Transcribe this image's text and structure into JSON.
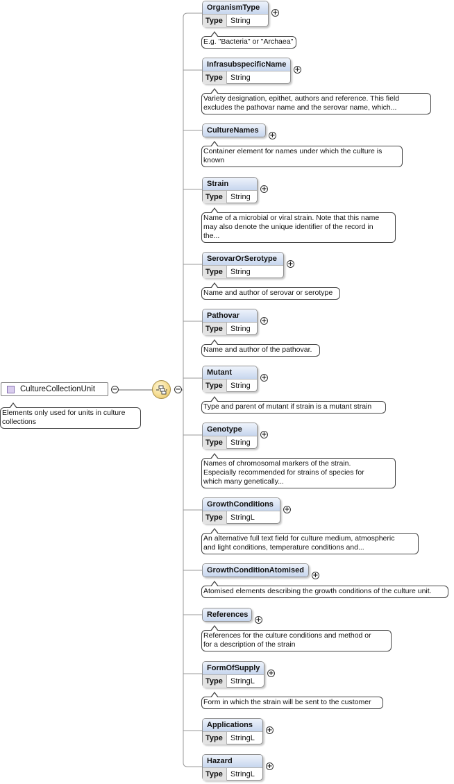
{
  "root": {
    "name": "CultureCollectionUnit",
    "documentation": "Elements only used for units in culture\ncollections",
    "toggle": "−"
  },
  "compositor": {
    "kind": "sequence",
    "icon": "sequence-compositor-icon",
    "toggle": "−"
  },
  "type_label": "Type",
  "expand_symbol": "+",
  "children": [
    {
      "name": "OrganismType",
      "type": "String",
      "doc": "E.g. \"Bacteria\" or \"Archaea\""
    },
    {
      "name": "InfrasubspecificName",
      "type": "String",
      "doc": "Variety designation, epithet, authors and reference. This field\nexcludes the pathovar name and the serovar name, which..."
    },
    {
      "name": "CultureNames",
      "type": null,
      "doc": "Container element for names under which the culture is\nknown"
    },
    {
      "name": "Strain",
      "type": "String",
      "doc": "Name of a microbial or viral strain. Note that this name\nmay also denote the unique identifier of the record in\nthe..."
    },
    {
      "name": "SerovarOrSerotype",
      "type": "String",
      "doc": "Name and author of serovar or serotype"
    },
    {
      "name": "Pathovar",
      "type": "String",
      "doc": "Name and author of the pathovar."
    },
    {
      "name": "Mutant",
      "type": "String",
      "doc": "Type and parent of mutant if strain is a mutant strain"
    },
    {
      "name": "Genotype",
      "type": "String",
      "doc": "Names of chromosomal markers of the strain.\nEspecially recommended for strains of species for\nwhich many genetically..."
    },
    {
      "name": "GrowthConditions",
      "type": "StringL",
      "doc": "An alternative full text field for culture medium, atmospheric\nand light conditions, temperature conditions and..."
    },
    {
      "name": "GrowthConditionAtomised",
      "type": null,
      "doc": "Atomised elements describing the growth conditions of the culture unit."
    },
    {
      "name": "References",
      "type": null,
      "doc": "References for the culture conditions and method or\nfor a description of the strain"
    },
    {
      "name": "FormOfSupply",
      "type": "StringL",
      "doc": "Form in which the strain will be sent to the customer"
    },
    {
      "name": "Applications",
      "type": "StringL",
      "doc": null
    },
    {
      "name": "Hazard",
      "type": "StringL",
      "doc": null
    }
  ],
  "colors": {
    "element_header_top": "#eef3fb",
    "element_header_bottom": "#c7d6ee",
    "type_cell": "#e3e3e3",
    "compositor": "#f4d98a",
    "root_marker": "#d9cdee"
  }
}
